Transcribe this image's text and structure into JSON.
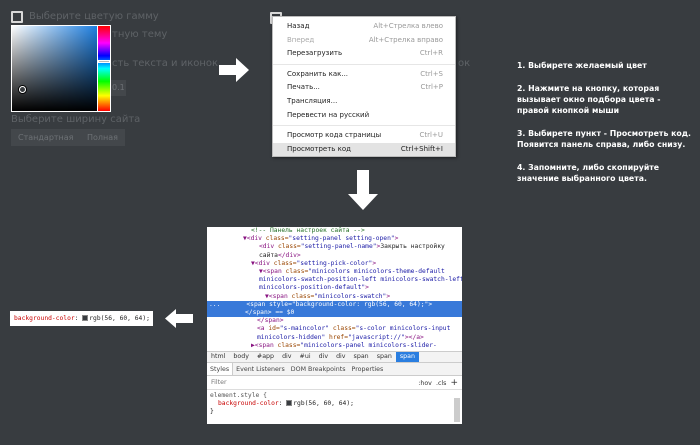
{
  "settings_panel": {
    "color_scheme_label": "Выберите цветую гамму",
    "theme_label_partial": "тную тему",
    "opacity_label_partial": "сть текста и иконок",
    "opacity_value_partial": "0.1",
    "width_label": "Выберите ширину сайта",
    "width_buttons": [
      "Стандартная",
      "Полная"
    ]
  },
  "behind_menu_partial": "ок",
  "context_menu": {
    "items": [
      {
        "label": "Назад",
        "shortcut": "Alt+Стрелка влево"
      },
      {
        "label": "Вперед",
        "shortcut": "Alt+Стрелка вправо",
        "disabled": true
      },
      {
        "label": "Перезагрузить",
        "shortcut": "Ctrl+R"
      },
      {
        "label": "Сохранить как...",
        "shortcut": "Ctrl+S"
      },
      {
        "label": "Печать...",
        "shortcut": "Ctrl+P"
      },
      {
        "label": "Трансляция...",
        "shortcut": ""
      },
      {
        "label": "Перевести на русский",
        "shortcut": ""
      },
      {
        "label": "Просмотр кода страницы",
        "shortcut": "Ctrl+U"
      },
      {
        "label": "Просмотреть код",
        "shortcut": "Ctrl+Shift+I",
        "active": true
      }
    ]
  },
  "devtools": {
    "comment": "<!-- Панель настроек сайта -->",
    "l1_open": "<div ",
    "l1_attr": "class=",
    "l1_val": "\"setting-panel setting-open\"",
    "l1_close": ">",
    "l2_open": "<div ",
    "l2_attr": "class=",
    "l2_val": "\"setting-panel-name\"",
    "l2_close": ">",
    "l2_text": "Закрыть настройку",
    "l2b_text": "сайта",
    "l2b_close": "</div>",
    "l3_open": "<div ",
    "l3_attr": "class=",
    "l3_val": "\"setting-pick-color\"",
    "l3_close": ">",
    "l4_open": "<span ",
    "l4_attr": "class=",
    "l4_val1": "\"minicolors minicolors-theme-default",
    "l4_val2": "minicolors-swatch-position-left minicolors-swatch-left",
    "l4_val3": "minicolors-position-default\"",
    "l4_close": ">",
    "l5_open": "<span ",
    "l5_attr": "class=",
    "l5_val": "\"minicolors-swatch\"",
    "l5_close": ">",
    "hl_dots": "...",
    "hl_line1": "<span style=\"background-color: rgb(56, 60, 64);\">",
    "hl_line2": "</span> == $0",
    "l6": "</span>",
    "l7_open": "<a ",
    "l7_attr1": "id=",
    "l7_val1": "\"s-maincolor\"",
    "l7_attr2": " class=",
    "l7_val2": "\"s-color minicolors-input",
    "l7b_val": "minicolors-hidden\"",
    "l7b_attr": " href=",
    "l7b_val2": "\"javascript://\"",
    "l7b_close": "></a>",
    "l8_open": "<span ",
    "l8_attr": "class=",
    "l8_val": "\"minicolors-panel minicolors-slider-",
    "breadcrumbs": [
      "html",
      "body",
      "#app",
      "div",
      "#ui",
      "div",
      "div",
      "span",
      "span",
      "span"
    ],
    "tabs": [
      "Styles",
      "Event Listeners",
      "DOM Breakpoints",
      "Properties"
    ],
    "filter_placeholder": "Filter",
    "hov": ":hov",
    "cls": ".cls",
    "plus": "+",
    "rule_selector": "element.style {",
    "rule_prop": "background-color",
    "rule_value": "rgb(56, 60, 64);",
    "rule_close": "}"
  },
  "result_box": {
    "prop": "background-color",
    "value": "rgb(56, 60, 64);"
  },
  "steps": [
    "1. Выбирете желаемый цвет",
    "2. Нажмите на кнопку, которая вызывает окно подбора цвета - правой кнопкой мыши",
    "3. Выбирете пункт - Просмотреть код. Появится панель справа, либо снизу.",
    "4. Запомните, либо скопируйте значение выбранного цвета."
  ],
  "colors": {
    "background": "#383c40",
    "selected": "#383c40",
    "highlight": "#3879d9"
  }
}
